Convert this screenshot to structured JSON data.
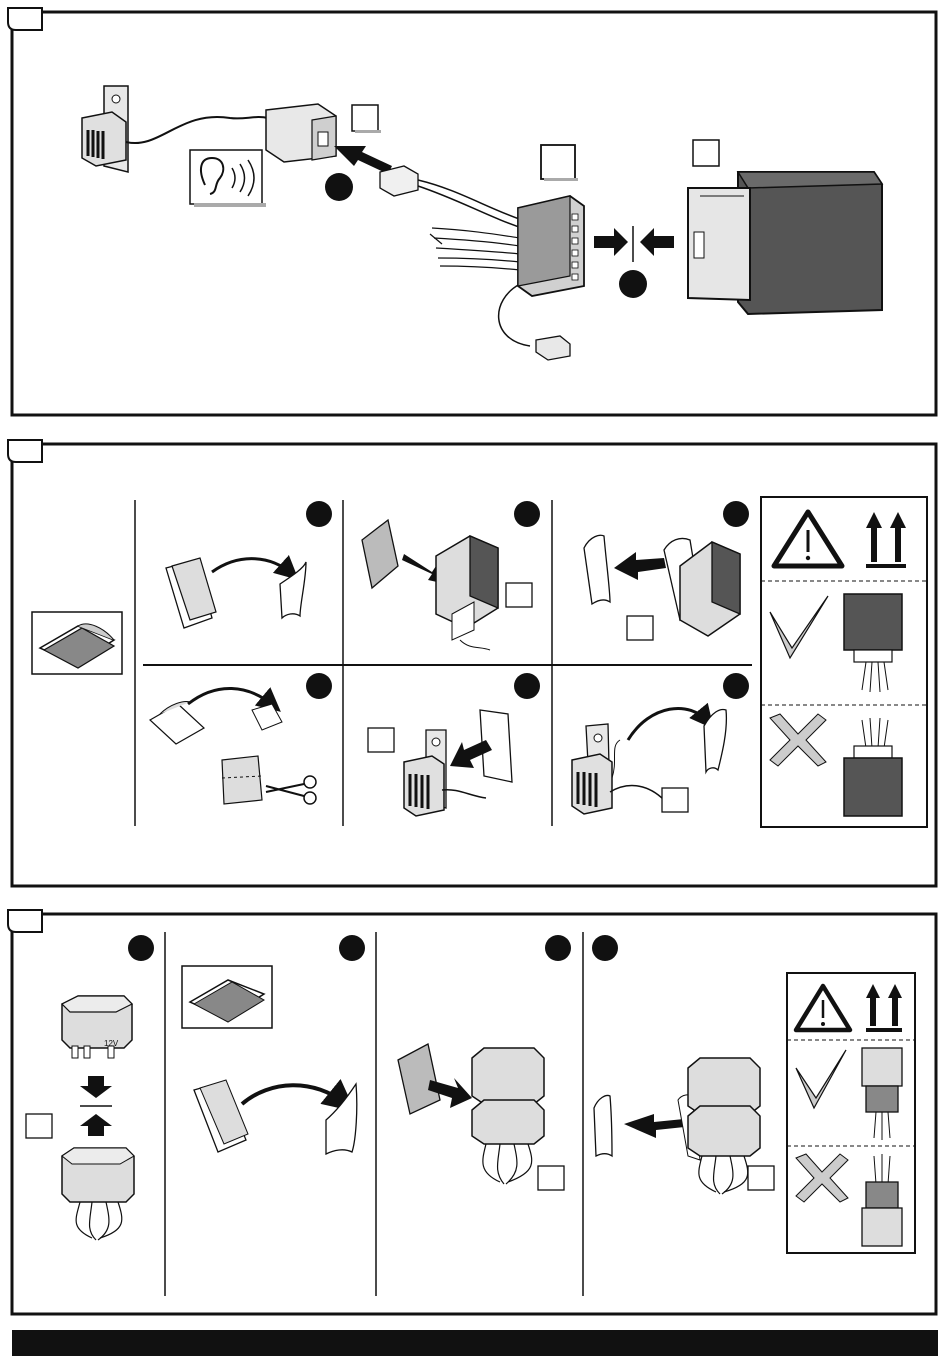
{
  "panels": [
    {
      "name": "panel-1",
      "tab_label": ""
    },
    {
      "name": "panel-2",
      "tab_label": ""
    },
    {
      "name": "panel-3",
      "tab_label": ""
    }
  ],
  "relay_label": "12V",
  "icons": {
    "listen": "ear-sound-icon",
    "warning": "warning-triangle-icon",
    "this_way_up": "this-way-up-arrows-icon",
    "correct": "check-mark-icon",
    "wrong": "cross-mark-icon",
    "adhesive": "double-sided-tape-icon",
    "scissors": "scissors-icon"
  },
  "colors": {
    "stroke": "#111111",
    "module_fill": "#555555",
    "light_fill": "#d9d9d9",
    "footer_bar": "#111111"
  }
}
